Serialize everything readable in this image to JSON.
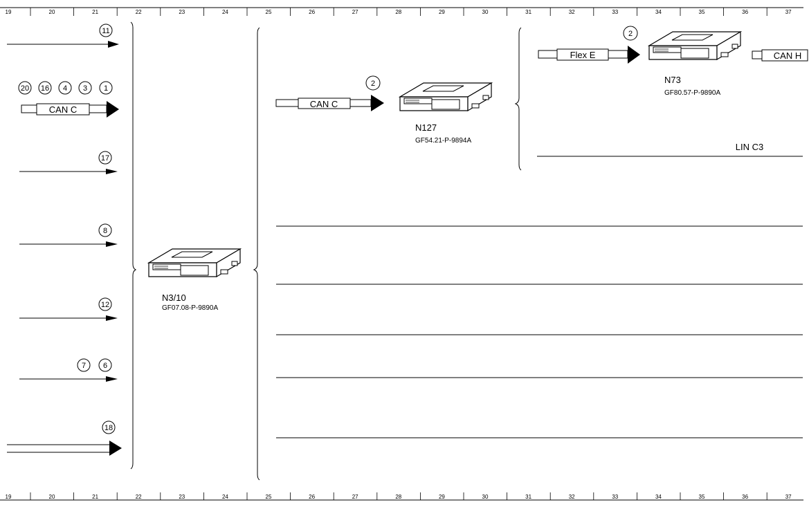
{
  "ruler": {
    "columns": [
      "19",
      "20",
      "21",
      "22",
      "23",
      "24",
      "25",
      "26",
      "27",
      "28",
      "29",
      "30",
      "31",
      "32",
      "33",
      "34",
      "35",
      "36",
      "37"
    ]
  },
  "left_section": {
    "arrows": [
      {
        "numbers": [
          "11"
        ]
      },
      {
        "numbers": [
          "20",
          "16",
          "4",
          "3",
          "1"
        ],
        "bus_label": "CAN C"
      },
      {
        "numbers": [
          "17"
        ]
      },
      {
        "numbers": [
          "8"
        ]
      },
      {
        "numbers": [
          "12"
        ]
      },
      {
        "numbers": [
          "7",
          "6"
        ]
      },
      {
        "numbers": [
          "18"
        ]
      }
    ]
  },
  "components": {
    "n3_10": {
      "name": "N3/10",
      "code": "GF07.08-P-9890A"
    },
    "n127": {
      "name": "N127",
      "code": "GF54.21-P-9894A",
      "bus_label": "CAN C",
      "badge": "2"
    },
    "n73": {
      "name": "N73",
      "code": "GF80.57-P-9890A",
      "bus_label": "Flex E",
      "badge": "2"
    }
  },
  "right_section": {
    "can_h_label": "CAN H",
    "lin_label": "LIN C3"
  }
}
